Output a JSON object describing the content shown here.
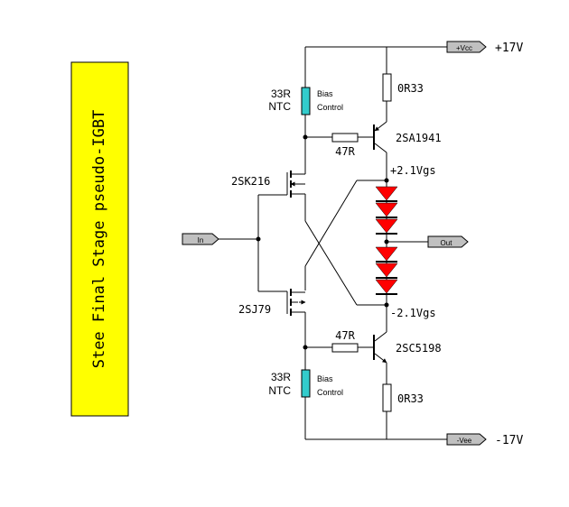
{
  "title_panel": {
    "text": "Stee Final Stage pseudo-IGBT",
    "fill": "#ffff00"
  },
  "ports": {
    "vcc": {
      "tag": "+Vcc",
      "voltage": "+17V"
    },
    "vee": {
      "tag": "-Vee",
      "voltage": "-17V"
    },
    "input": {
      "tag": "In"
    },
    "output": {
      "tag": "Out"
    }
  },
  "top_half": {
    "ntc_value": "33R",
    "ntc_type": "NTC",
    "bias_label_1": "Bias",
    "bias_label_2": "Control",
    "emitter_resistor": "0R33",
    "base_resistor": "47R",
    "bjt": "2SA1941",
    "mosfet": "2SK216",
    "vgs": "+2.1Vgs"
  },
  "bottom_half": {
    "ntc_value": "33R",
    "ntc_type": "NTC",
    "bias_label_1": "Bias",
    "bias_label_2": "Control",
    "emitter_resistor": "0R33",
    "base_resistor": "47R",
    "bjt": "2SC5198",
    "mosfet": "2SJ79",
    "vgs": "-2.1Vgs"
  },
  "colors": {
    "led": "#ff0000",
    "ntc": "#33cccc",
    "port_fill": "#c0c0c0",
    "wire": "#000000"
  }
}
